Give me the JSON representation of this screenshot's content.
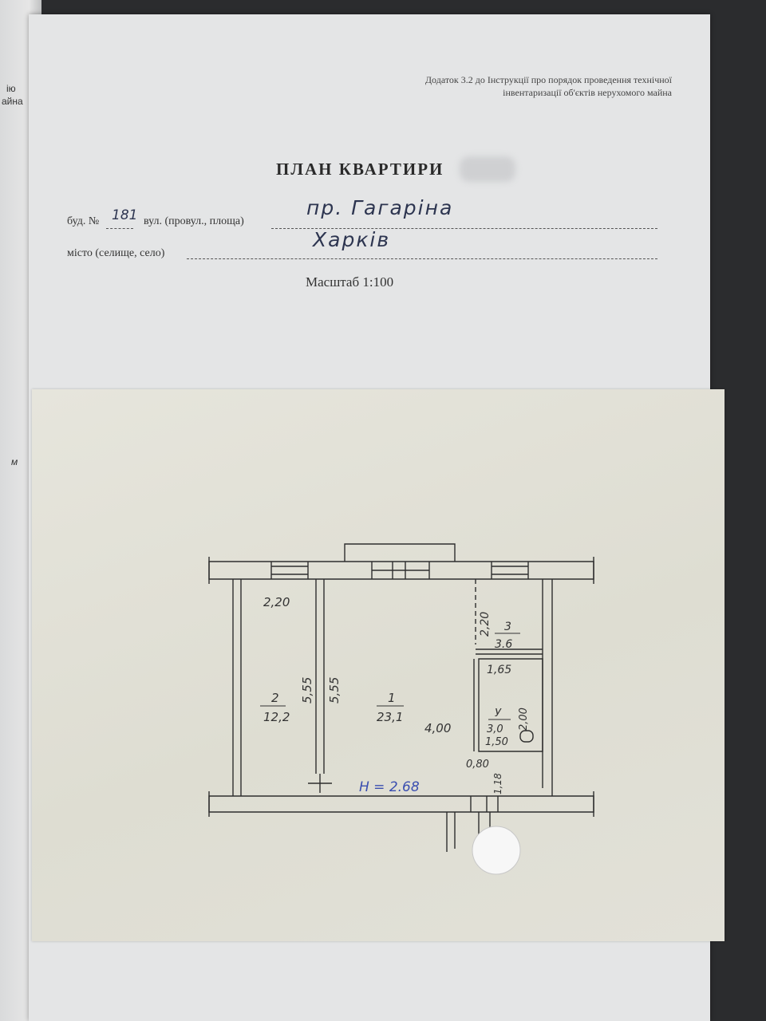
{
  "left_page": {
    "fragments": [
      "ію",
      "айна",
      "м"
    ]
  },
  "document": {
    "header_note_line1": "Додаток 3.2 до Інструкції про порядок проведення технічної",
    "header_note_line2": "інвентаризації об'єктів нерухомого майна",
    "title": "ПЛАН КВАРТИРИ",
    "building_label": "буд. №",
    "building_number": "181",
    "street_label": "вул. (провул., площа)",
    "street_value": "пр. Гагаріна",
    "city_label": "місто (селище, село)",
    "city_value": "Харків",
    "scale": "Масштаб 1:100"
  },
  "floor_plan": {
    "rooms": [
      {
        "id": "2",
        "area": "12,2"
      },
      {
        "id": "1",
        "area": "23,1"
      },
      {
        "id": "3",
        "area": "3.6"
      },
      {
        "id": "У",
        "area": "3,0"
      }
    ],
    "dimensions": {
      "room2_width": "2,20",
      "room2_length": "5,55",
      "room1_length": "5,55",
      "room1_width": "4,00",
      "room3_depth": "2,20",
      "room3_width": "1,65",
      "bath_depth": "2,00",
      "bath_width": "1,50",
      "hall_width": "0,80",
      "door_width": "1,18"
    },
    "ceiling_height": "H = 2.68"
  },
  "colors": {
    "ink": "#333333",
    "pen": "#3b4fb0"
  }
}
